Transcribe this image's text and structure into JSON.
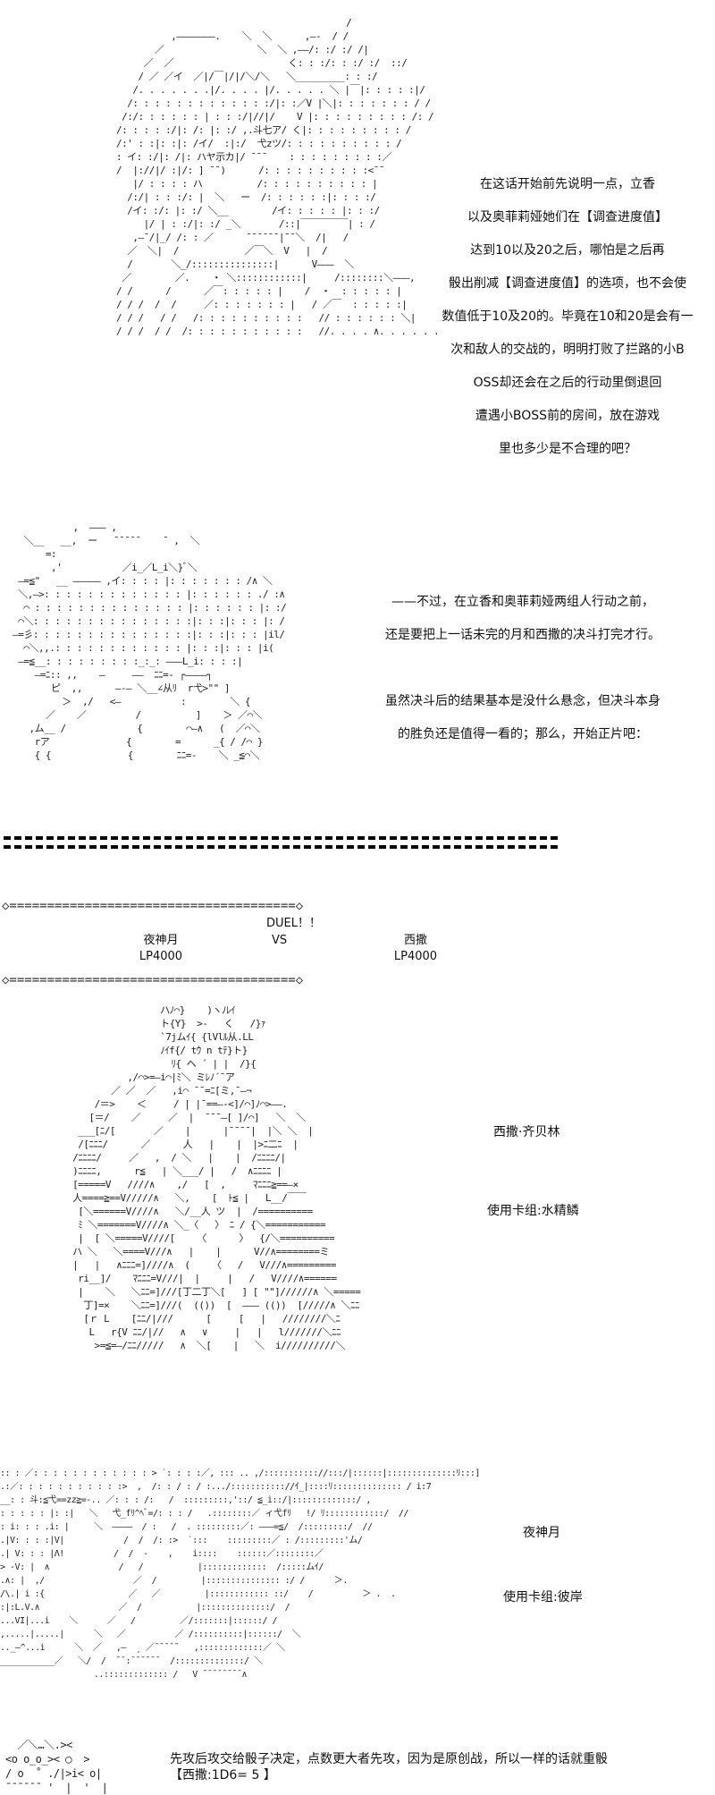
{
  "section1": {
    "art_lines": [
      "                                          /",
      "          ,———————.    ＼  ＼      ,—-  / /",
      "       ／                 ＼  ＼ ,——/: :/ :/ /|",
      "     ／  ／                     く: : :/: : :/ :/  ::/",
      "    / ／ ／イ  ／|/￣|/|/＼/＼   ＼_________: : :/",
      "   /. . . . . . .|/. . . . |/. . . . . ＼ |￣|: : : : :|/",
      "  /: : : : : : : : : : : : :/|: :／V |＼|: : : : : : : / /",
      " /:/: : : : : : | : : :/|//|/    V |: : : : : : : : : /: /",
      "/: : : : :/|: /: |: :/ ,.斗七ア/ く|: : : : : : : : : /",
      "/:' : :|: :|: /イ/  :|:/  弋zツ/: : : : : : : : : : /",
      ": イ: :/|: /|: ハヤ示カ|/ ¯¯¯    : : : : : : : : :／",
      "/  |://|/ :|/: ] ¯¯)      /: : : : : : : : : :<¯¯",
      "   |/ : : : : ハ          /: : : : : : : : : : |",
      "  /:/| : : :/: |  ＼   ー  /: : : : : :|: : : :/",
      "  /イ: :/: |: :/ ＼__        /イ: : : : : |: : :/",
      "     |/ | : :/|: :/ _＼       /::|￣￣￣￣￣| : /",
      "   ,—¯/|_/ /: : ／      ¯¯¯¯¯¯|¯¯＼  /|   /",
      "  ／  ＼|  /            ／￣＼  V   |  /",
      "  /       ＼_/:::::::::::::::|      V———  ＼",
      " ／        ／.    ・ ＼::::::::::::|     /::::::::＼———,",
      "/ /      /      ／￣: : : : : |    /  ・  : : : : : |",
      "/ / /  /  /     ／: : : : : : : |   / ／￣  : : : : :|",
      "/ / /   / /   /: : : : : : : : : :   // : : : : : : ＼|",
      "/ / /  / /  /: : : : : : : : : : :   //. . . . ∧. . . . . ."
    ],
    "paragraph": [
      "在这话开始前先说明一点，立香",
      "以及奥菲莉娅她们在【调查进度值】",
      "达到10以及20之后，哪怕是之后再",
      "骰出削减【调查进度值】的选项，也不会使",
      "数值低于10及20的。毕竟在10和20是会有一",
      "次和敌人的交战的，明明打败了拦路的小B",
      "OSS却还会在之后的行动里倒退回",
      "遭遇小BOSS前的房间，放在游戏",
      "里也多少是不合理的吧？"
    ]
  },
  "section2": {
    "art_lines": [
      "            ,  ——— ,",
      "   ＼__   __,  ー   ¯¯¯¯¯    ¯ ,  ＼",
      "       =:",
      "        ,'           ／i_／L_i＼}ﾞ＼",
      "  —=≦\"   __ ————— ,イ: : : : |: : : : : : : /∧ ＼",
      "  ＼,—>: : : : : : : : : : : : : |: : : : : : ./ :∧",
      "   ⌒ : : : : : : : : : : : : : : |: : : : : : |: :/",
      "  ⌒＼: : : : : : : : : : : : : : :|: : :|: : : |: /",
      " —=彡: : : : : : : : : : : : : : :|: : :|: : : |il/",
      "   ⌒＼,,.: : : : : : : : : : : : |: : :|: : : |i(",
      "  —=≦__: : : : : : : : :_:_: ———L_i: : : :|",
      "     —=ﾆ:: ,,    —     ——  ﾆﾆ=- ┌————┐",
      "        ピ  ,,      —-— ＼__∠从ﾘ  r弋>\"\" ]",
      "          ＞  ,/   <—           :        ＼ {",
      "       ／    ／         /          ]    ＞ ／⌒＼",
      "    ,ム__ /             {        ⌒—∧   (  ／⌒＼",
      "     rア              {        =      _{ / /⌒ }",
      "     { {              {        ﾆﾆ=-    ＼ _≦⌒＼"
    ],
    "paragraph": [
      "——不过，在立香和奥菲莉娅两组人行动之前，",
      "还是要把上一话未完的月和西撒的决斗打完才行。",
      "",
      "虽然决斗后的结果基本是没什么悬念，但决斗本身",
      "的胜负还是值得一看的；那么，开始正片吧："
    ]
  },
  "duel_header": {
    "separator": "◇======================================◇",
    "duel_label": "DUEL！！",
    "vs_label": "VS",
    "left_name": "夜神月",
    "left_lp": "LP4000",
    "right_name": "西撒",
    "right_lp": "LP4000"
  },
  "caesar": {
    "art_lines": [
      "                 ハﾉ⌒}    )ヽﾉﾚｲ",
      "                 ト{Y}  >-   く   /}ｧ",
      "                 `7jムｲ{ {lVlﾙ从.LL",
      "                 ﾉｲf{/ tｳ n tﾃ}ト}",
      "                   ﾘ{ ヘ ´ | |  /}{",
      "           ,/⌒>=—i⌒|ﾐ＼ ミﾚﾉ´¯ア",
      "        ／ ／  ／   ,i⌒ ¯¯=ﾆ[ミ,¯—¬",
      "     /＝>    ＜     / | |¯==—-<]/⌒]ﾉ⌒>——.",
      "    [＝/    ／     ／  |  ¯¯¯—[ ]/⌒]   ＼  ＼",
      "  ___[ﾆ/[       ／    |      |¯¯¯¯|  |＼ ＼  |",
      "  /[ﾆﾆﾆ/      ／      人   |    |  |>ﾆ二ﾆ  |",
      " /ﾆﾆﾆﾆ/     ／   ,  / ＼   |    |  /ﾆﾆﾆﾆ/|",
      " )ﾆﾆﾆﾆ,      r≦   | ＼___/ |   /  ∧ﾆﾆﾆﾆ |",
      " [=====V   ////∧    ,/   [  ,     ﾏﾆﾆﾆ≧==—×",
      " 人====≧==V/////∧   ＼,    [  ﾄ≦ |   L__/￣￣",
      "  [＼======V////∧   ＼/__人 ツ  |  /==========",
      "  ﾐ ＼=======V////∧ ＼_〈   〉 ﾆ / {＼===========",
      "  |  [ ＼=====V////[    〈      〉  {/＼==========",
      " ハ ＼   ＼====V///∧   |    |      V//∧========ミ",
      " |   |   ∧ﾆﾆﾆ=]////∧  (    〈   /   V///∧=========",
      "  ri__]/    ﾏﾆﾆﾆ=V///|  |     |   /   V////∧======",
      "  |    ＼   ＼ﾆﾆ=]///[丁二丁＼[   ] [ \"\"]//////∧ ＼=====",
      "   丁]=×    ＼ﾆﾆ=]///(  (())  [  ——— (())  [/////∧ ＼ﾆﾆ",
      "   [ｒ L    [ﾆﾆ/|///      [     [   |   ////////＼ﾆ",
      "    L   r{V ﾆﾆ/|//   ∧   ∨     |   |   l///////＼ﾆﾆ",
      "     >=≦=—/ﾆﾆ/////   ∧  ＼[    |   ＼  i//////////＼"
    ],
    "name": "西撒·齐贝林",
    "deck": "使用卡组:水精鳞"
  },
  "light": {
    "art_lines": [
      ":: : ／: : : : : : : : : : : : > ˙: : : :／, ::: .. ,/::::::::::://:::/|::::::|::::::::::::::ﾘ:::]",
      ".:／: : : : : : : : : : :>  ,  /: : / : / :.../::::::::::://ｲ_|::::ﾘ:::::::::::::: / i:7",
      "__: : 斗:≦弋==zz≧=-.. ／: : : /:   /  :::::::::,'::/ ≦_i::/|:::::::::::::/ ,",
      ": : : : : |: :|   ＼   弋_fﾘ^ﾍﾞ=/: : : /   .::::::::／ ィ弋fﾘ   !/ ﾘ::::::::::::/  //",
      ": i: : : .i: |     ＼  ————  / :   /  . :::::::::／: ———=≦/  /:::::::::/  //",
      ".|V: : : :|V|            /  /  /: :>  ˙:::    :::::::::／ : /:::::::::'ム/",
      ".| V: : : |Λ!          /  /  -    ,    i::::    ::::::／::::::::／",
      "> -V: |  ∧              /   /           |:::::::::::::  /:::::ムｲ/",
      ".∧: |  ,/                  ／  /         |::::::::::::::: :/ /      ＞.",
      "/\\.| i :{                 ／   ／         |:::::::::::: ::/    /          ＞ .  .",
      ":|:L.V.∧                ／  /           |::::::::::::::/  /",
      "...VI|...i    ＼      ／   /         ／/:::::::|::::::/ /",
      ",.....|.....|      ＼   ／          ／ /::::::::::|::::::/  ＼",
      "..̲—^...i      ＼  ／   ,—  ˏ ／¯¯¯¯¯   ,:::::::::::::／ ＼",
      "___________／   ＼/  /  ¯¯:¯¯¯¯¯¯  /::::::::::::::/ ＼",
      "                   ..::::::::::::: /   V ¯¯¯¯¯¯¯¯∧"
    ],
    "name": "夜神月",
    "deck": "使用卡组:彼岸"
  },
  "dice": {
    "art_lines": [
      "  ／＼…＼.><",
      "<o o_o_>< ◯  >",
      "/ o  ˚ ./|>i< o|",
      "¯¯¯¯¯¯ '  |  '  |"
    ],
    "text": "先攻后攻交给骰子决定，点数更大者先攻，因为是原创战，所以一样的话就重骰",
    "roll_line": "【西撒:1D6= 5 】"
  }
}
